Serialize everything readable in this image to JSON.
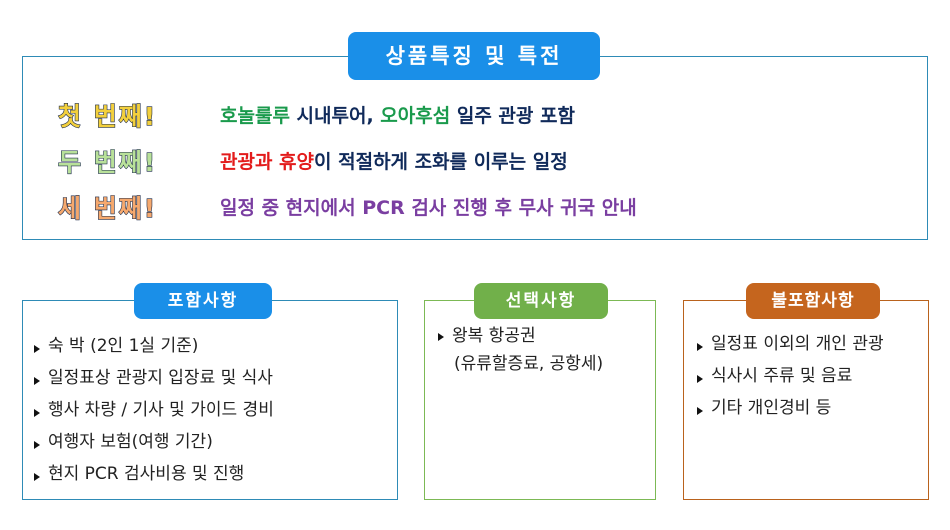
{
  "header": {
    "title": "상품특징 및 특전"
  },
  "features": [
    {
      "ordinal": "첫 번째!",
      "parts": [
        "호놀룰루",
        " 시내투어, ",
        "오아후섬",
        " 일주 관광 포함"
      ]
    },
    {
      "ordinal": "두 번째!",
      "parts": [
        "관광과 휴양",
        "이 적절하게 조화를 이루는 일정"
      ]
    },
    {
      "ordinal": "세 번째!",
      "text": "일정 중 현지에서 PCR 검사 진행 후 무사 귀국 안내"
    }
  ],
  "included": {
    "title": "포함사항",
    "items": [
      "숙 박 (2인 1실 기준)",
      "일정표상 관광지 입장료 및 식사",
      "행사 차량 / 기사 및 가이드 경비",
      "여행자 보험(여행 기간)",
      "현지 PCR 검사비용 및 진행"
    ]
  },
  "optional": {
    "title": "선택사항",
    "item": "왕복 항공권",
    "item_note": "(유류할증료, 공항세)"
  },
  "excluded": {
    "title": "불포함사항",
    "items": [
      "일정표 이외의 개인 관광",
      "식사시 주류 및 음료",
      "기타 개인경비 등"
    ]
  },
  "colors": {
    "primary_blue": "#1a8fe8",
    "green": "#71b04a",
    "orange": "#c5651e",
    "highlight_green": "#1a9a4c",
    "highlight_red": "#e31b1b",
    "purple": "#7a3ea1"
  }
}
